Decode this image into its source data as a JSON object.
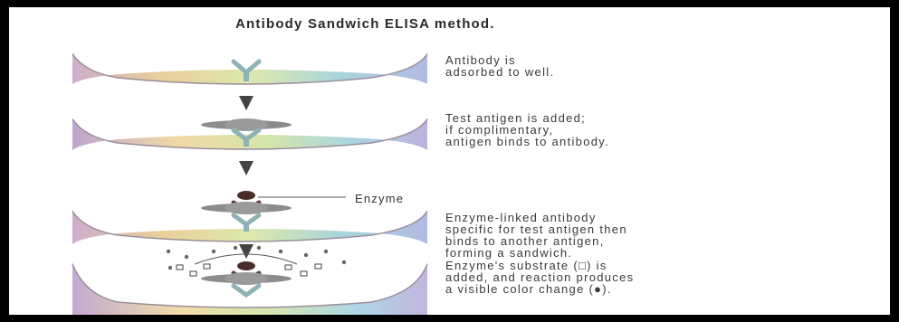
{
  "title": "Antibody Sandwich ELISA method.",
  "enzyme_label": "Enzyme",
  "steps": [
    {
      "lines": [
        "Antibody is",
        "adsorbed to well."
      ]
    },
    {
      "lines": [
        "Test antigen is added;",
        "if complimentary,",
        "antigen binds to antibody."
      ]
    },
    {
      "lines": [
        "Enzyme-linked antibody",
        "specific for test antigen then",
        "binds to another antigen,",
        "forming a sandwich."
      ]
    },
    {
      "lines": [
        "Enzyme's substrate (□) is",
        "added, and reaction produces",
        "a visible color change (●)."
      ]
    }
  ],
  "colors": {
    "well_rainbow": [
      "#c9a4c6",
      "#e8c98f",
      "#d9e6a2",
      "#9fd1d6",
      "#a9b2df"
    ],
    "antibody": "#8fb3b5",
    "antigen": "#8c8c8c",
    "enzyme": "#4a2d2a",
    "arrow": "#444444"
  }
}
